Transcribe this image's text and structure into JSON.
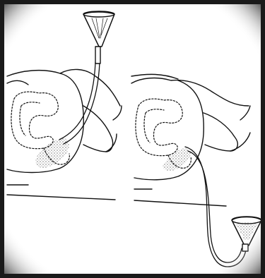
{
  "diagram": {
    "panels": [
      {
        "id": "left",
        "funnel_position": "raised-above"
      },
      {
        "id": "right",
        "funnel_position": "lowered-below"
      }
    ],
    "colors": {
      "ink": "#111111",
      "paper": "#ffffff",
      "border": "#1a1a1a"
    },
    "icons": [
      "funnel-icon",
      "tube-icon",
      "abdomen-outline-icon",
      "colon-outline-icon"
    ]
  }
}
